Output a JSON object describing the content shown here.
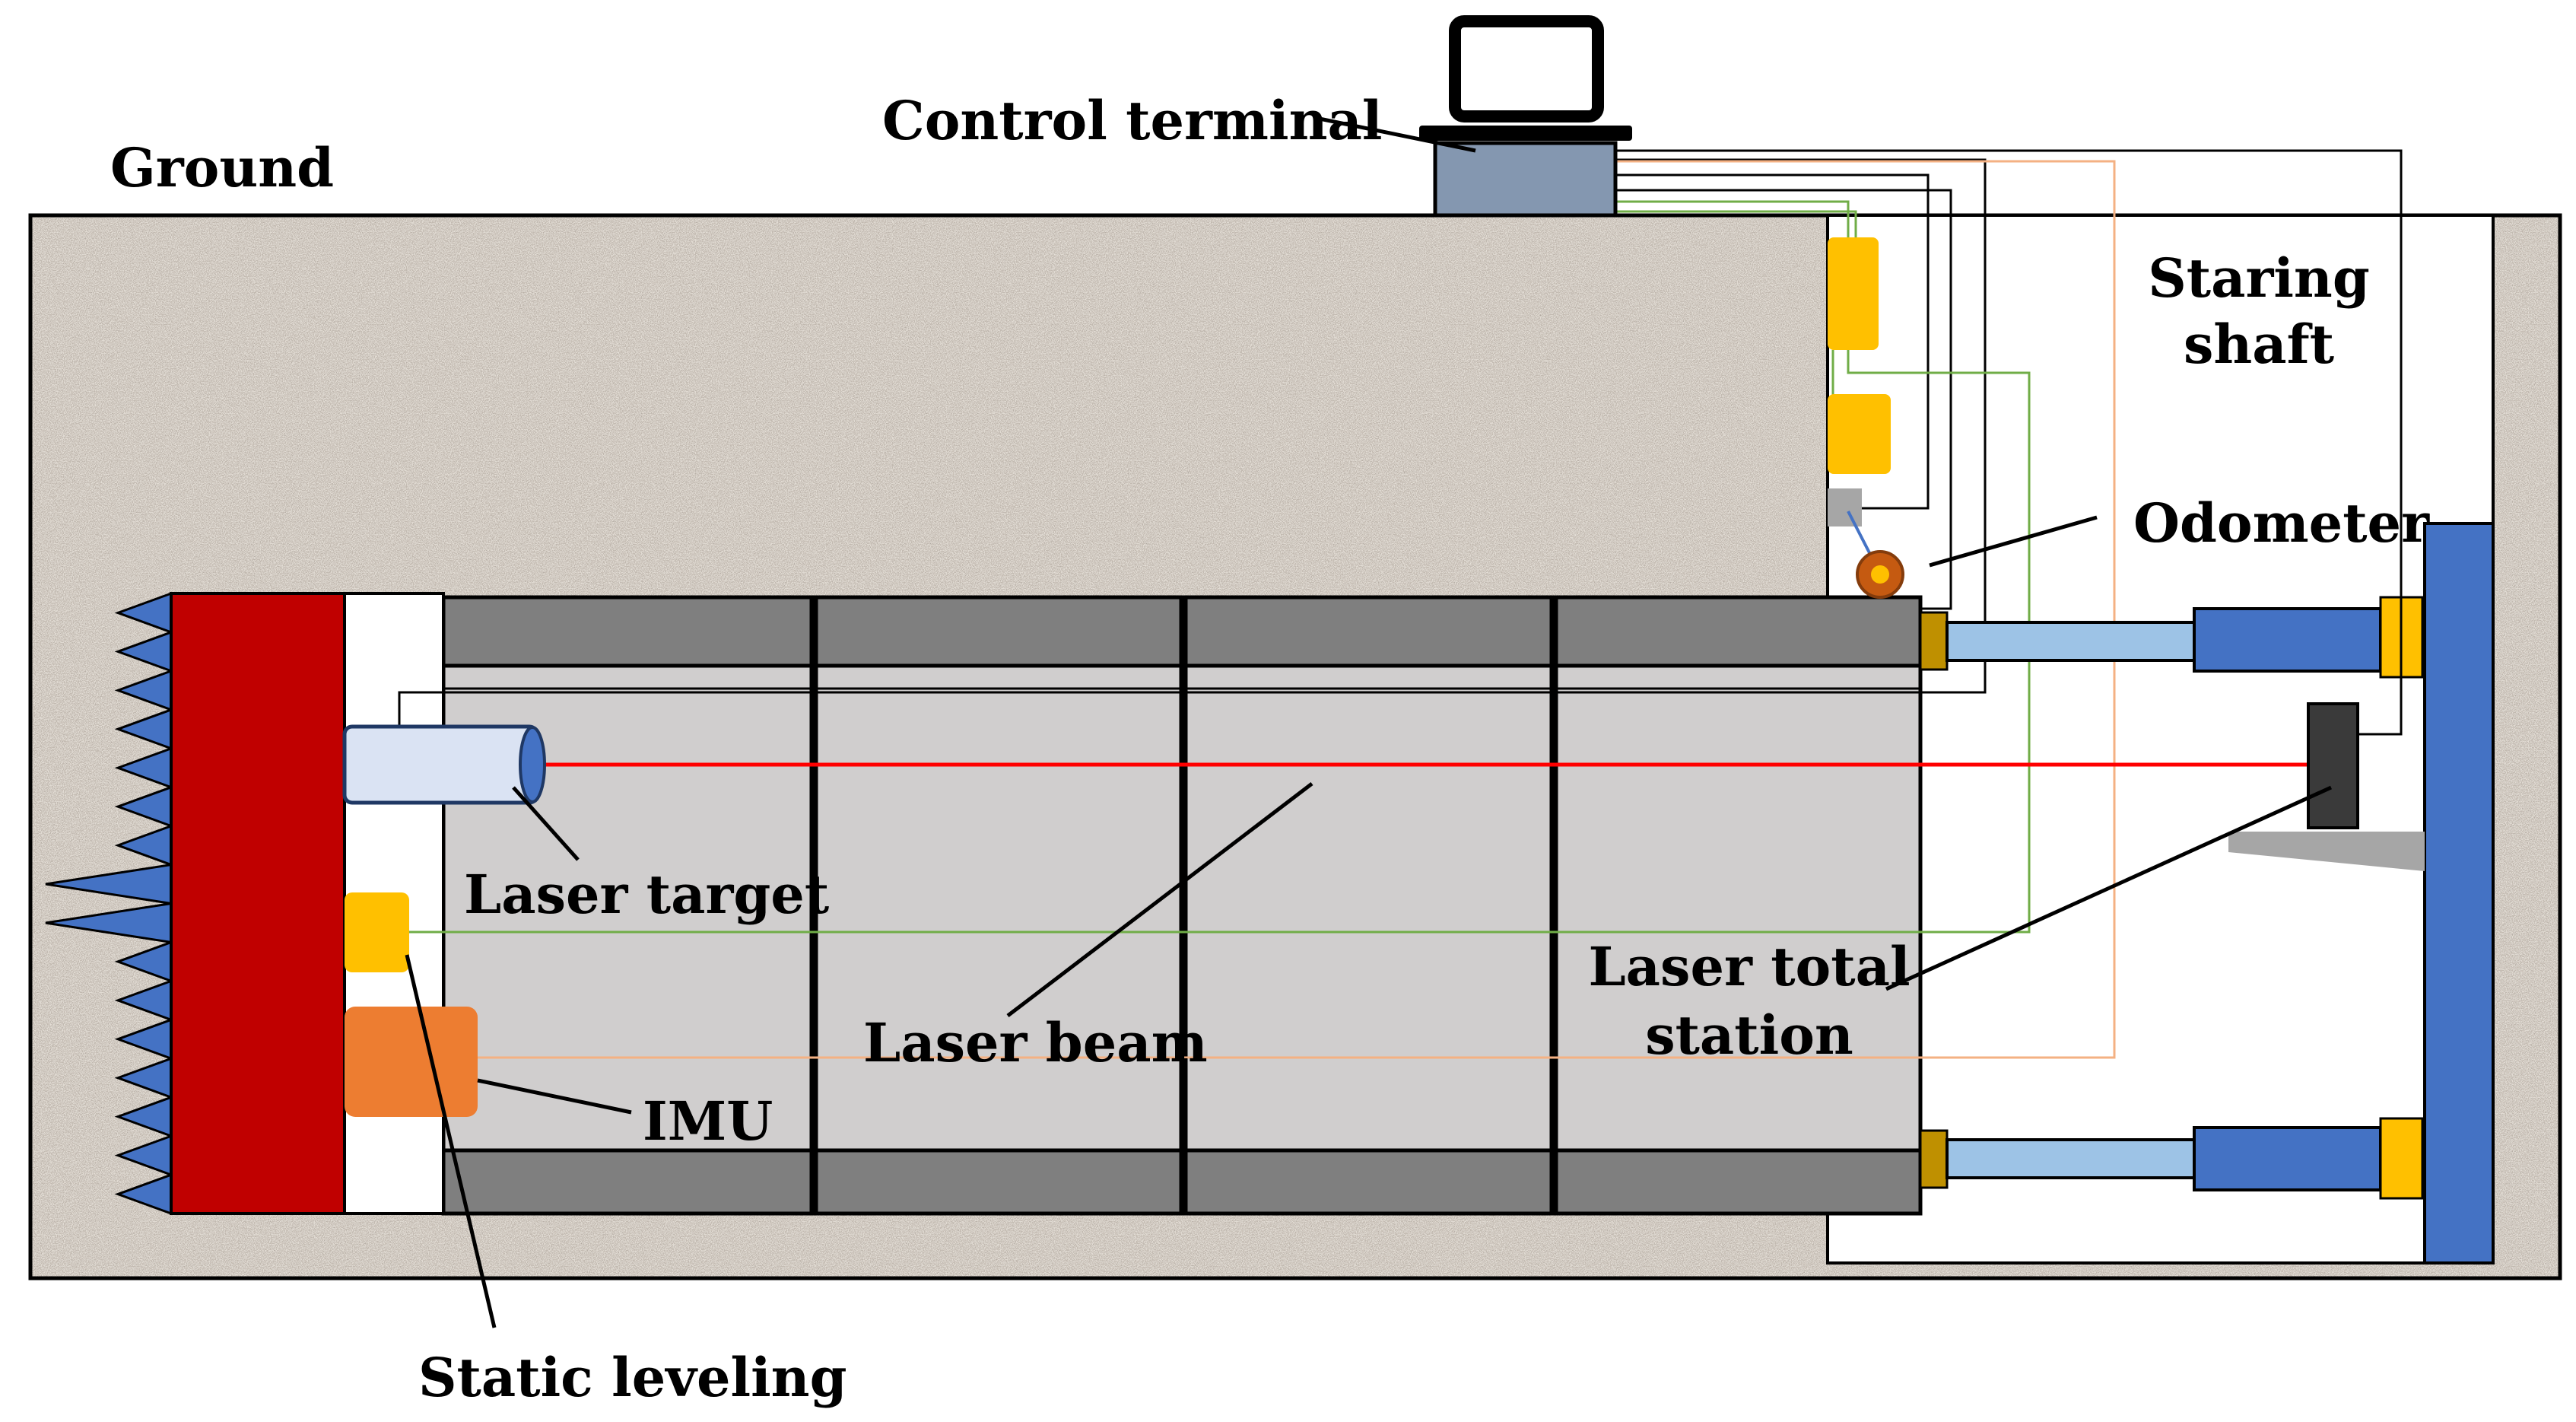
{
  "labels": {
    "control_terminal": "Control terminal",
    "ground": "Ground",
    "staring_shaft_line1": "Staring",
    "staring_shaft_line2": "shaft",
    "odometer": "Odometer",
    "laser_target": "Laser target",
    "laser_beam": "Laser beam",
    "laser_total_station_line1": "Laser total",
    "laser_total_station_line2": "station",
    "imu": "IMU",
    "static_leveling": "Static leveling"
  },
  "colors": {
    "soil": "#9e8f80",
    "cutter_head": "#c00000",
    "cutter_teeth": "#4472c4",
    "pipe_body": "#d0cece",
    "pipe_band": "#7f7f7f",
    "jack": "#4472c4",
    "jack_rod": "#9dc3e6",
    "yellow_sensor": "#ffc000",
    "imu": "#ed7d31",
    "laser_beam": "#ff0000",
    "green_wire": "#70ad47",
    "orange_wire": "#f4b183",
    "terminal": "#8497b0",
    "laser_target_body": "#dae3f3"
  },
  "icons": [
    "laptop-icon"
  ]
}
